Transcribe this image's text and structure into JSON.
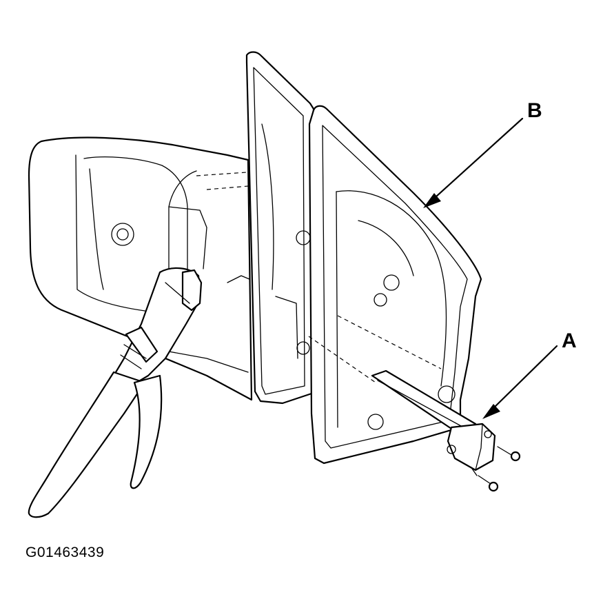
{
  "labels": {
    "a": "A",
    "b": "B"
  },
  "figure_id": "G01463439",
  "colors": {
    "line": "#000000",
    "background": "#ffffff"
  }
}
